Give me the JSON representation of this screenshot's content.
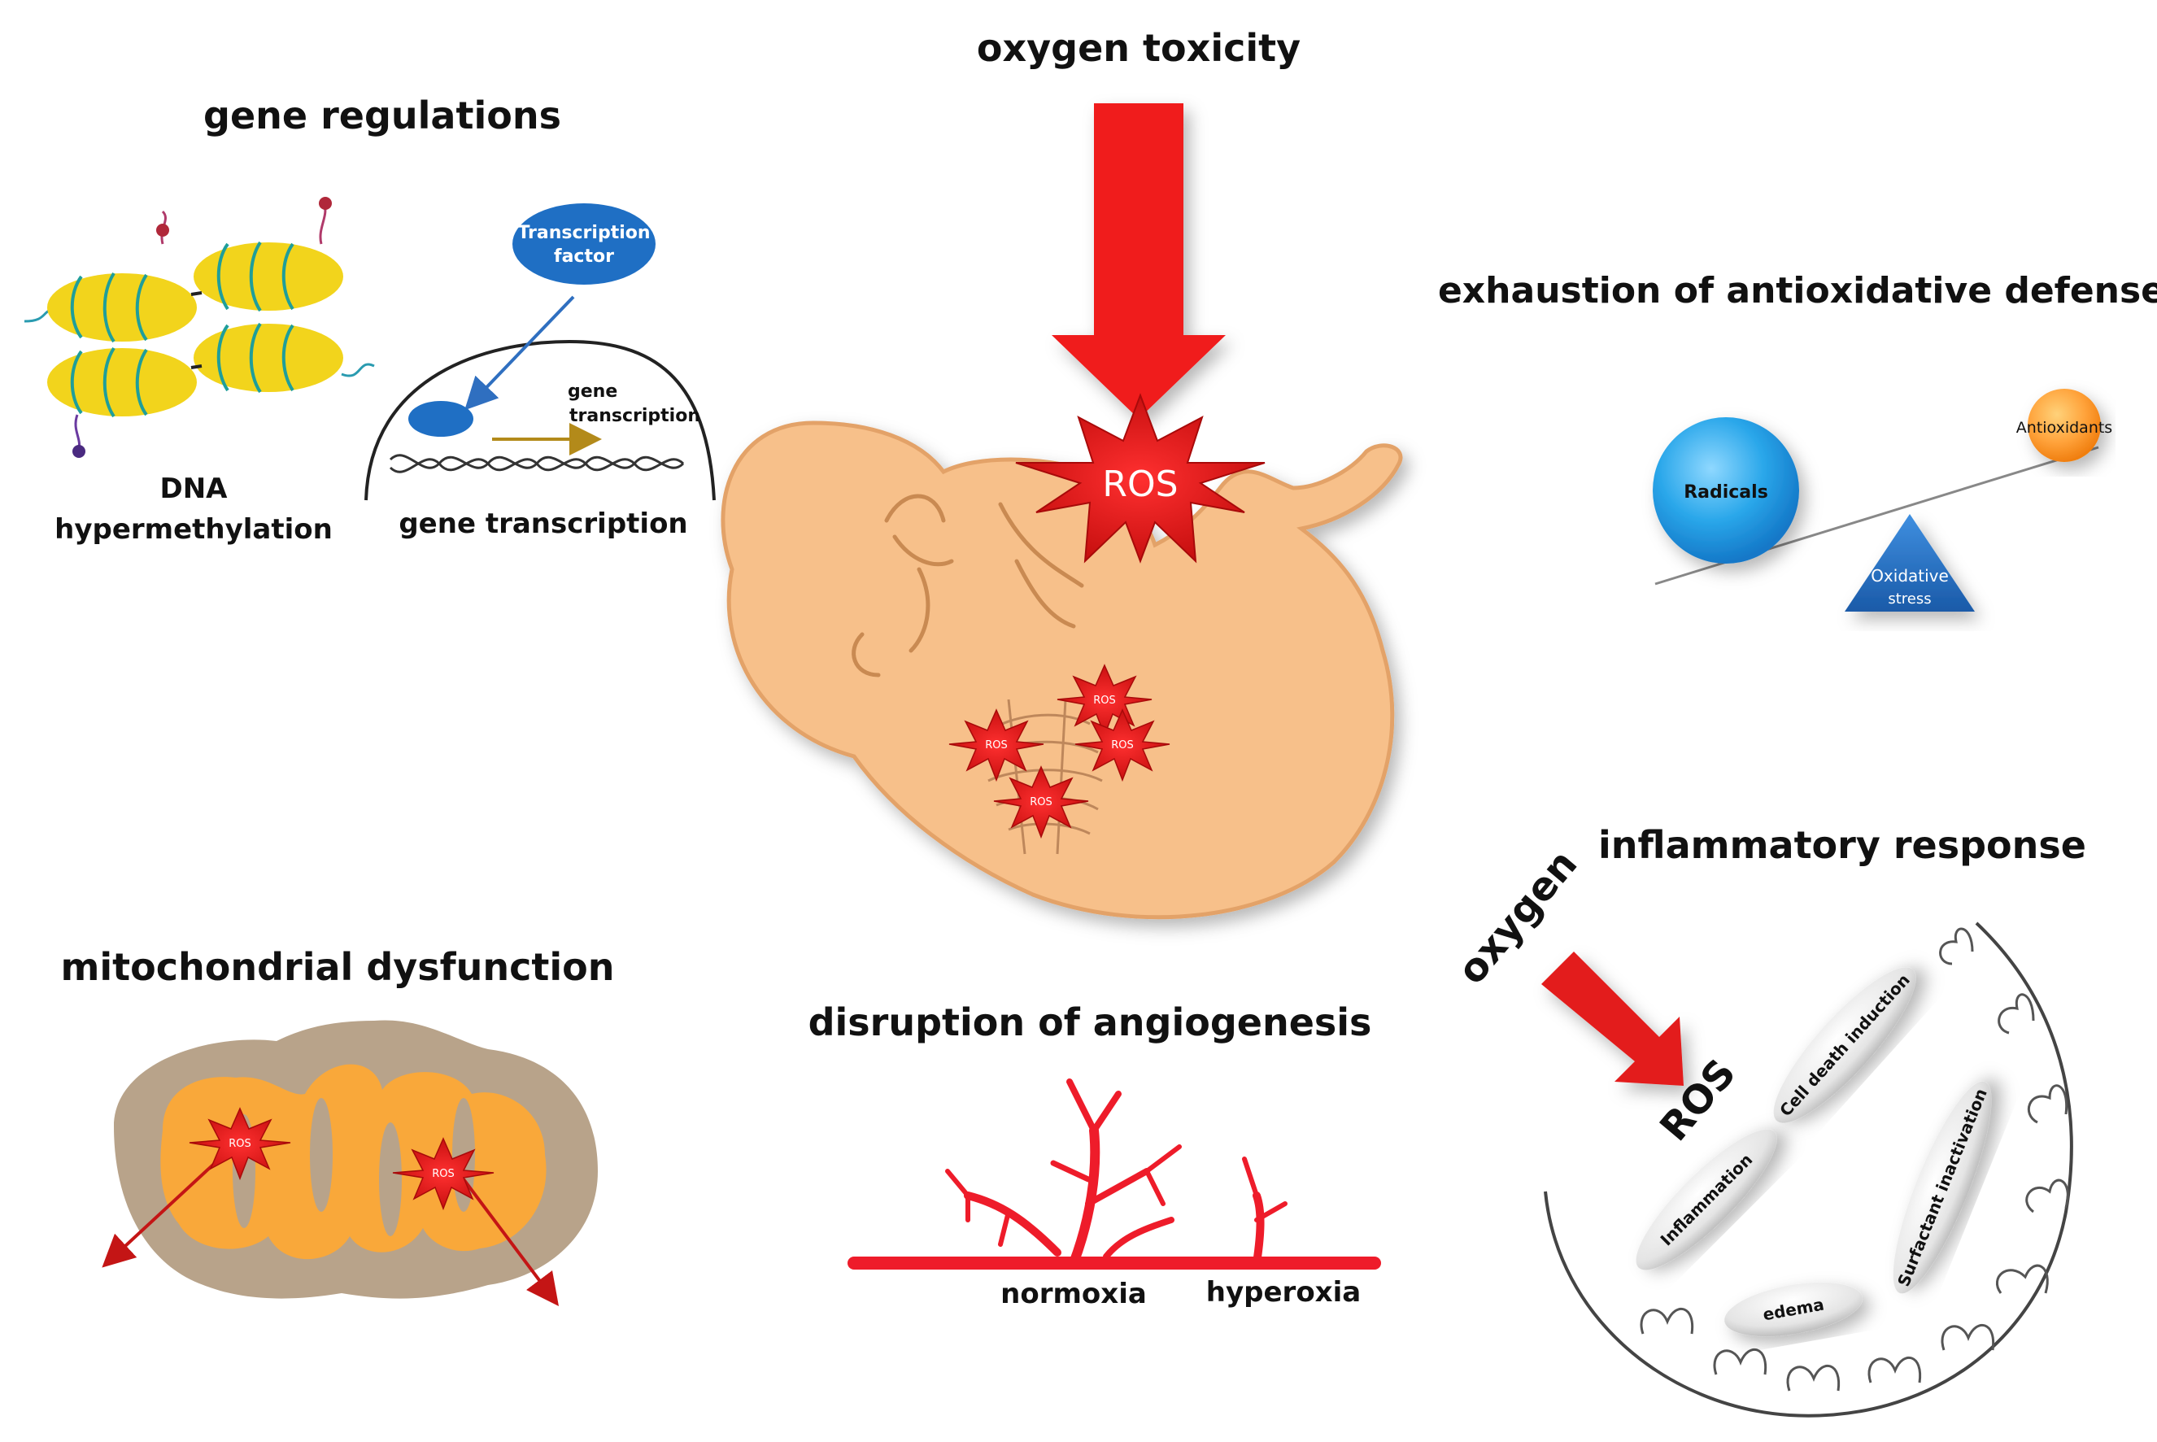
{
  "headings": {
    "oxygen_toxicity": "oxygen toxicity",
    "gene_regulations": "gene regulations",
    "exhaustion": "exhaustion of antioxidative defense",
    "inflammatory": "inflammatory response",
    "mitochondrial": "mitochondrial dysfunction",
    "angiogenesis": "disruption of angiogenesis"
  },
  "gene": {
    "dna_line1": "DNA",
    "dna_line2": "hypermethylation",
    "tf_line1": "Transcription",
    "tf_line2": "factor",
    "gt_small_line1": "gene",
    "gt_small_line2": "transcription",
    "gene_transcription": "gene transcription"
  },
  "center": {
    "ros_main": "ROS",
    "ros_small": "ROS"
  },
  "balance": {
    "radicals": "Radicals",
    "antioxidants": "Antioxidants",
    "oxidative_line1": "Oxidative",
    "oxidative_line2": "stress"
  },
  "inflammation": {
    "oxygen": "oxygen",
    "ros": "ROS",
    "cell_death": "Cell death induction",
    "inflammation": "Inflammation",
    "surfactant": "Surfactant inactivation",
    "edema": "edema"
  },
  "mito": {
    "ros": "ROS"
  },
  "angio": {
    "normoxia": "normoxia",
    "hyperoxia": "hyperoxia"
  },
  "colors": {
    "red": "#e31b1b",
    "skin": "#f7c08a",
    "blue": "#1f6fc4",
    "yellow": "#f0d31e"
  }
}
